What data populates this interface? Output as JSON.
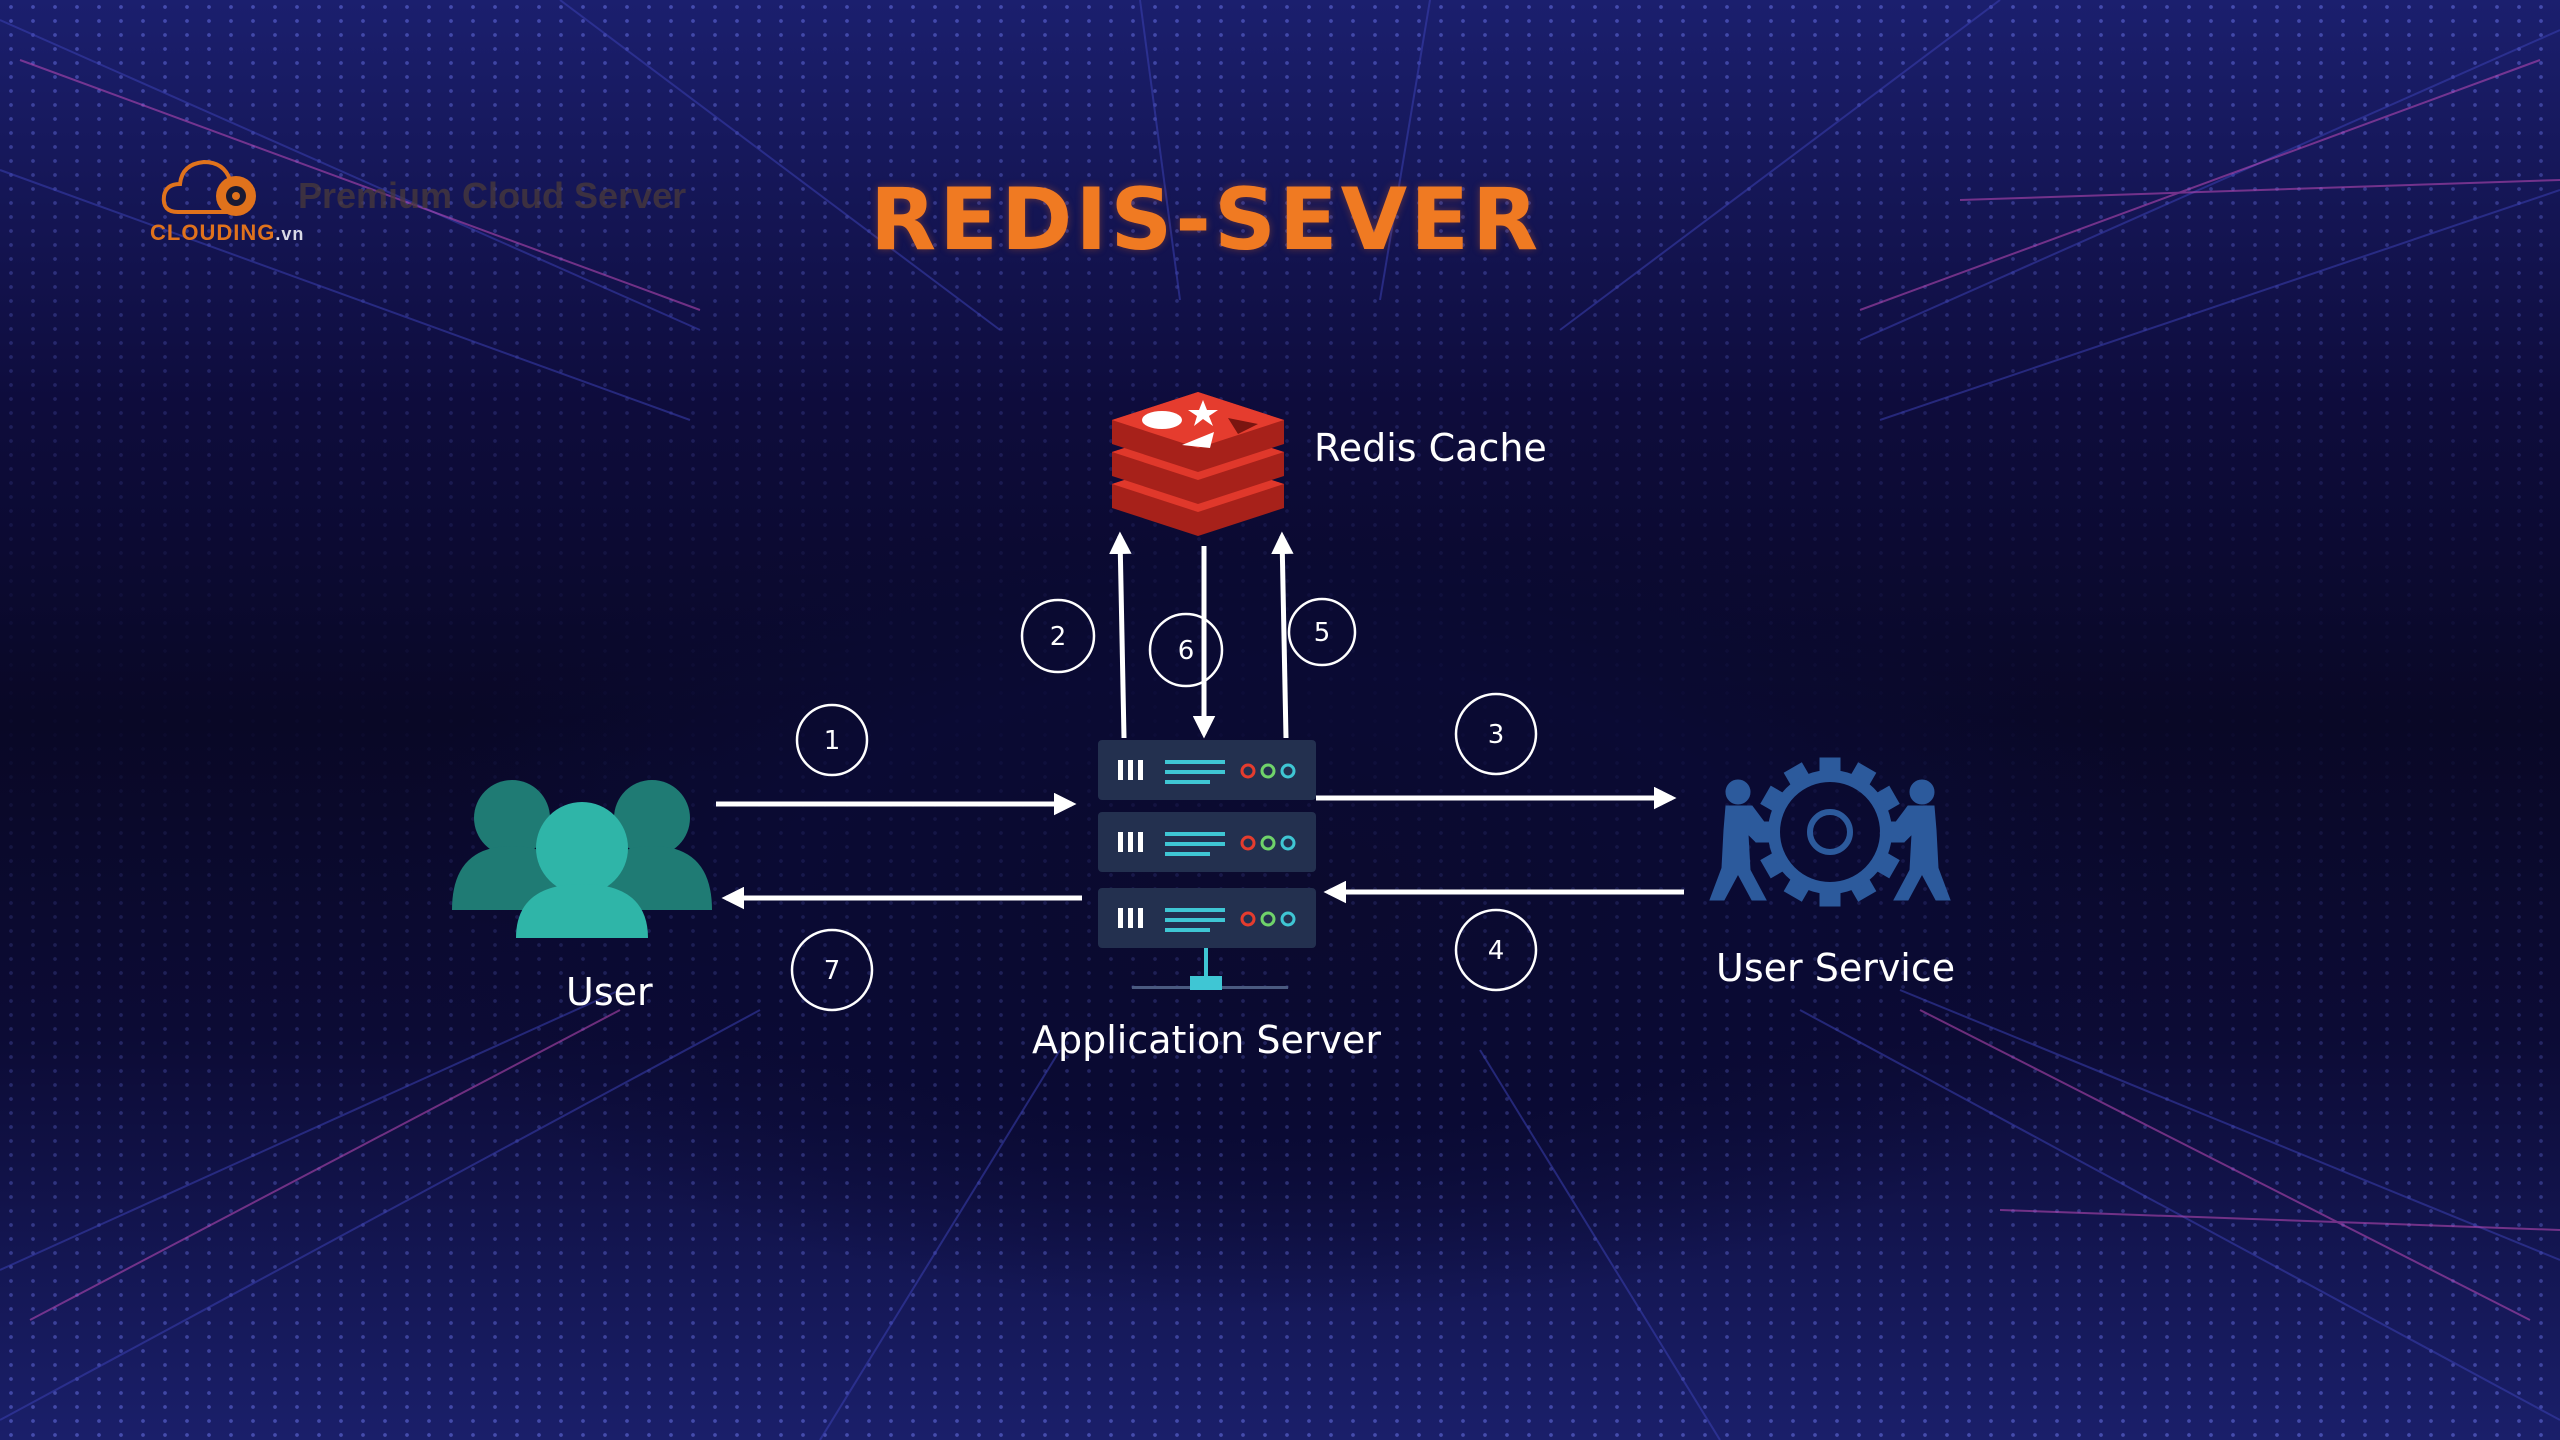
{
  "logo": {
    "brand": "CLOUDING",
    "suffix": ".vn",
    "tagline": "Premium Cloud Server"
  },
  "title": "REDIS-SEVER",
  "nodes": {
    "redis": {
      "label": "Redis Cache",
      "icon": "redis-logo-icon"
    },
    "app_server": {
      "label": "Application Server",
      "icon": "server-rack-icon"
    },
    "user": {
      "label": "User",
      "icon": "user-group-icon"
    },
    "user_service": {
      "label": "User Service",
      "icon": "gear-workers-icon"
    }
  },
  "steps": [
    "1",
    "2",
    "3",
    "4",
    "5",
    "6",
    "7"
  ],
  "colors": {
    "title": "#f07a22",
    "redis_red": "#d82c20",
    "user_teal": "#2fb5a8",
    "service_blue": "#2c5a9c",
    "server_panel": "#23304f",
    "arrow": "#ffffff"
  }
}
